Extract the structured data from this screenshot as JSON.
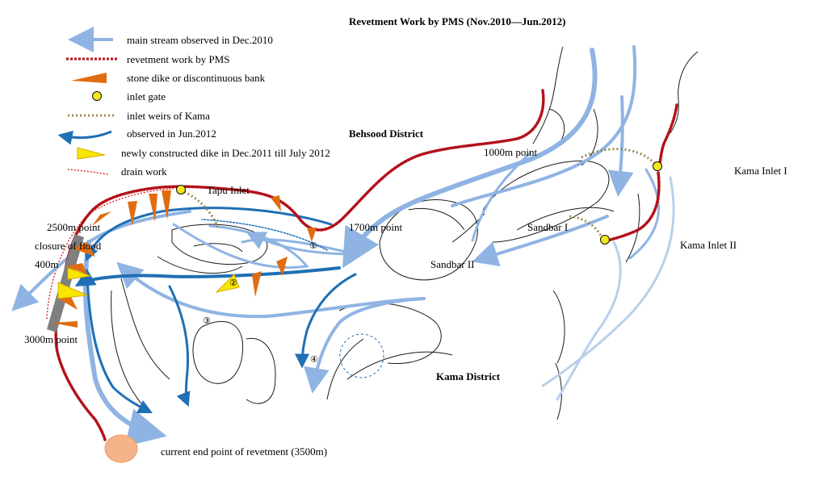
{
  "title": "Revetment Work by PMS (Nov.2010—Jun.2012)",
  "legend": [
    {
      "symbol": "main-stream-dec2010",
      "label": "main stream observed in Dec.2010"
    },
    {
      "symbol": "revetment-work",
      "label": "revetment work by PMS"
    },
    {
      "symbol": "stone-dike",
      "label": "stone dike or discontinuous bank"
    },
    {
      "symbol": "inlet-gate",
      "label": "inlet gate"
    },
    {
      "symbol": "inlet-weirs",
      "label": "inlet weirs of Kama"
    },
    {
      "symbol": "observed-jun2012",
      "label": "observed in Jun.2012"
    },
    {
      "symbol": "new-dike",
      "label": "newly constructed dike in Dec.2011 till July 2012"
    },
    {
      "symbol": "drain-work",
      "label": "drain work"
    }
  ],
  "map": {
    "districts": {
      "behsood": "Behsood District",
      "kama": "Kama District"
    },
    "inlets": {
      "tapu": "Tapu Inlet",
      "kama_1": "Kama Inlet I",
      "kama_2": "Kama Inlet II"
    },
    "sandbars": {
      "s1": "Sandbar I",
      "s2": "Sandbar II"
    },
    "points": {
      "p1000": "1000m point",
      "p1700": "1700m point",
      "p2500": "2500m point",
      "closure": "closure of flood",
      "p400": "400m",
      "p3000": "3000m point",
      "end_point": "current end point of revetment (3500m)"
    },
    "markers": [
      "①",
      "②",
      "③",
      "④"
    ]
  },
  "colors": {
    "main_stream": "#8fb4e3",
    "observed_2012": "#1f6fb5",
    "revetment": "#b3111b",
    "stone_dike": "#e06c10",
    "inlet_gate": "#f4e81c",
    "inlet_weirs": "#9b8a52",
    "new_dike": "#f7e600",
    "drain": "#e03030",
    "end_point": "#f5b38a",
    "land_line": "#1a1a1a"
  }
}
